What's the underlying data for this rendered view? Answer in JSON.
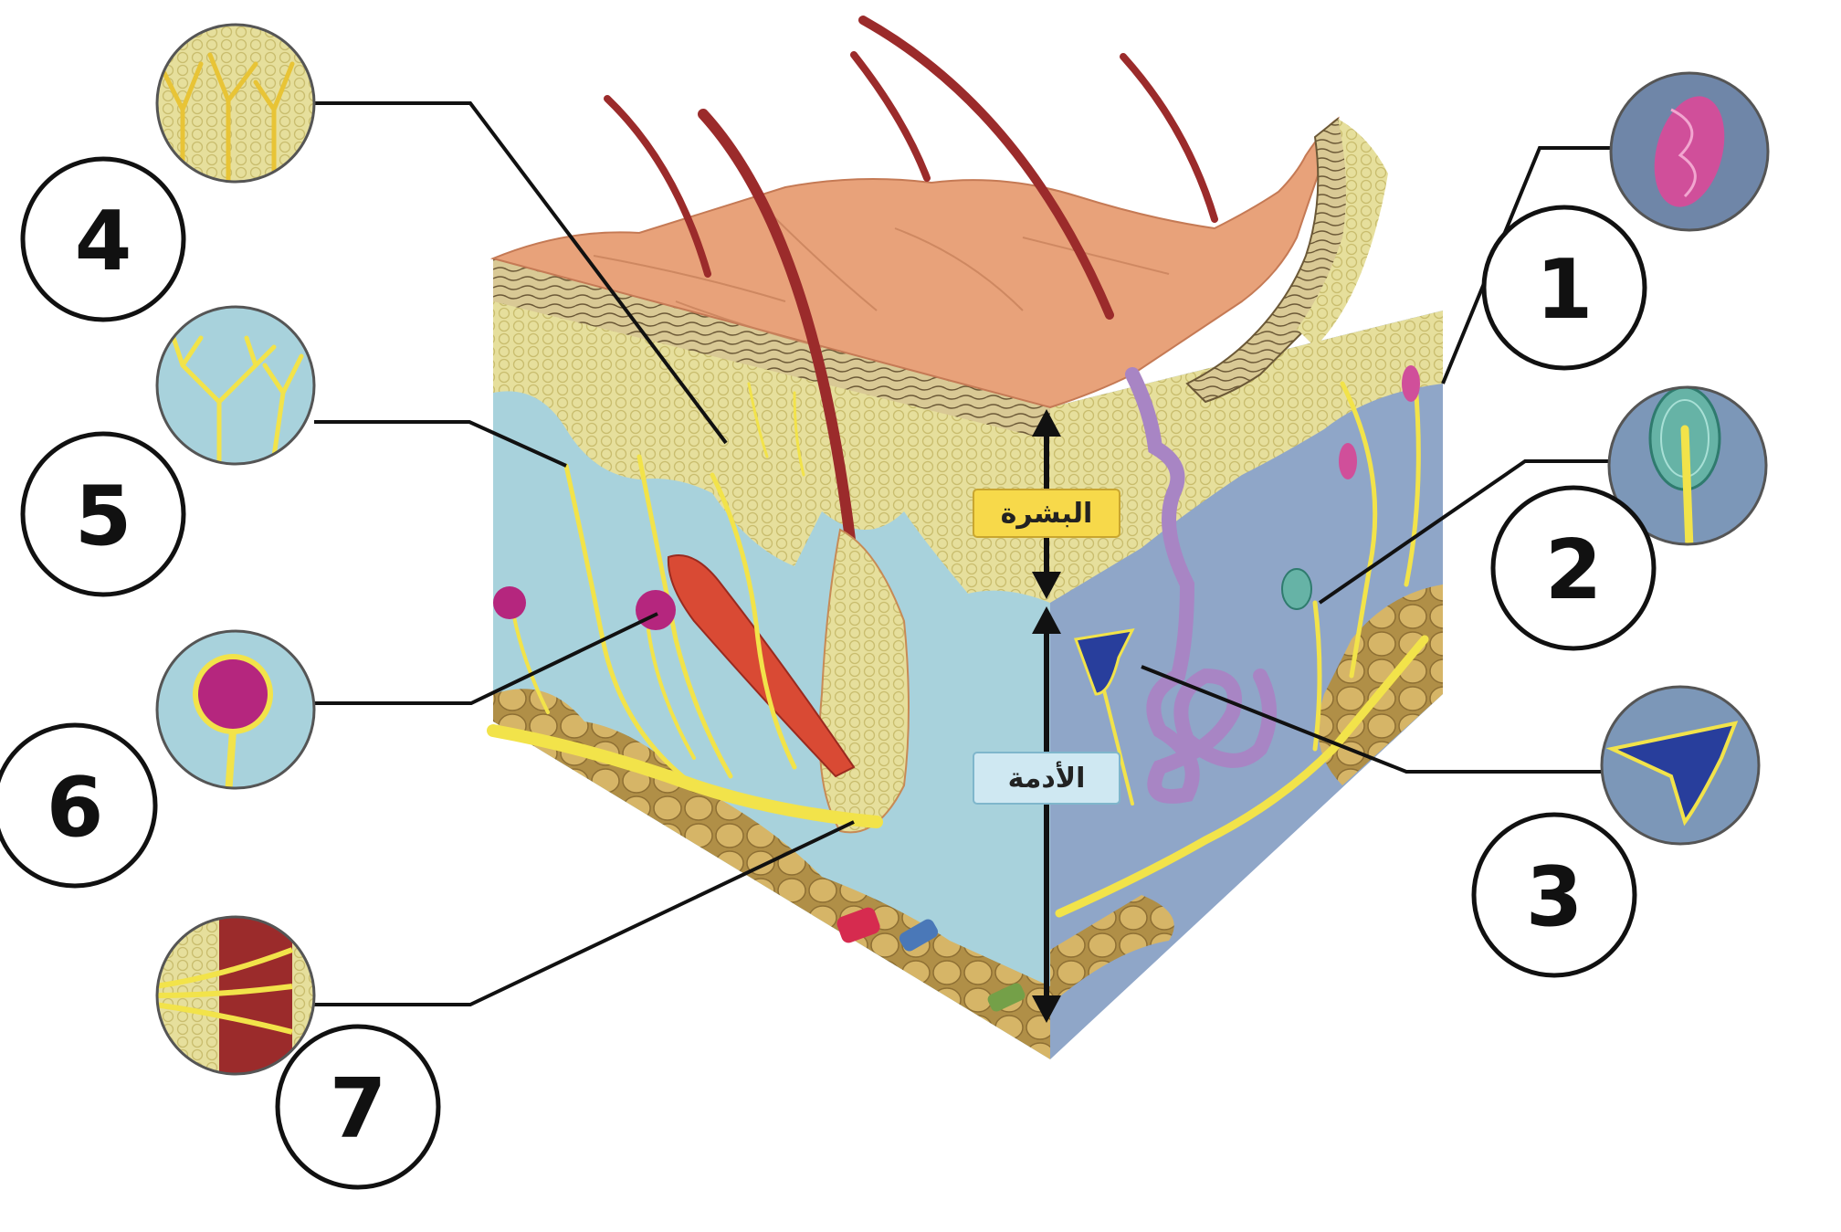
{
  "layers": {
    "epidermis": "البشرة",
    "dermis": "الأدمة"
  },
  "callouts": [
    "1",
    "2",
    "3",
    "4",
    "5",
    "6",
    "7"
  ],
  "colors": {
    "surface": "#e8a27a",
    "epidermis_fill": "#e3dc96",
    "dermis_left": "#a8d2dc",
    "dermis_right": "#8fa6c8",
    "nerve": "#f2e34a",
    "hair": "#9b2b2b",
    "fat": "#c9a75a",
    "gland": "#b18ac4",
    "label_epidermis_bg": "#f7d94a",
    "label_dermis_bg": "#cfe8f2"
  }
}
